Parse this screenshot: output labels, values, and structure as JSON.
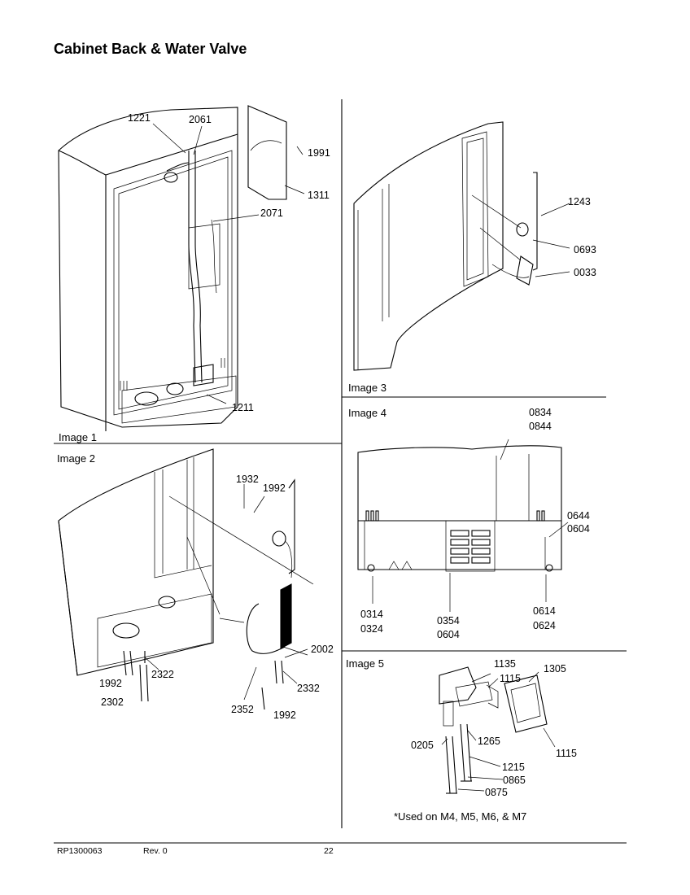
{
  "page": {
    "title": "Cabinet Back & Water Valve",
    "footer": {
      "doc_no": "RP1300063",
      "rev": "Rev. 0",
      "page": "22"
    },
    "note": "*Used on M4, M5, M6, & M7"
  },
  "panels": {
    "image1": {
      "label": "Image 1",
      "parts": [
        "1221",
        "2061",
        "1991",
        "1311",
        "2071",
        "1211"
      ]
    },
    "image2": {
      "label": "Image 2",
      "parts": [
        "1932",
        "1992",
        "2002",
        "2322",
        "1992",
        "2302",
        "2332",
        "2352",
        "1992"
      ]
    },
    "image3": {
      "label": "Image 3",
      "parts": [
        "1243",
        "0693",
        "0033"
      ]
    },
    "image4": {
      "label": "Image 4",
      "parts": [
        "0834",
        "0844",
        "0644",
        "0604",
        "0314",
        "0324",
        "0354",
        "0604",
        "0614",
        "0624"
      ]
    },
    "image5": {
      "label": "Image 5",
      "parts": [
        "1135",
        "1115",
        "1305",
        "0205",
        "1265",
        "1215",
        "0865",
        "0875",
        "1115"
      ]
    }
  }
}
